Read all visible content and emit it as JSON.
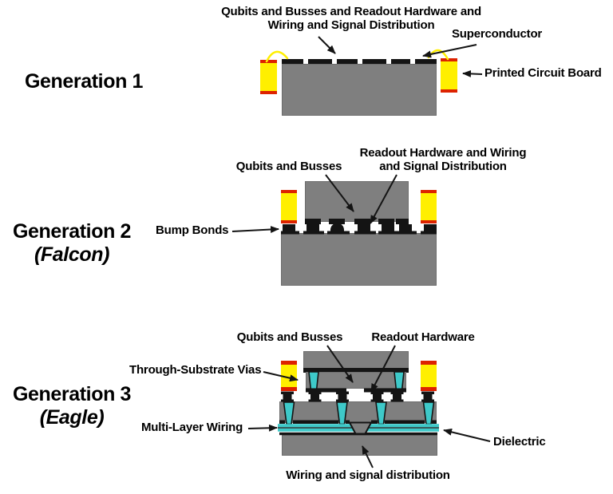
{
  "colors": {
    "background": "#ffffff",
    "text": "#000000",
    "substrate_gray": "#7f7f7f",
    "pcb_yellow": "#ffef00",
    "solder_red": "#dd2200",
    "via_cyan": "#3ec9c9",
    "metal_black": "#141414"
  },
  "gen1": {
    "heading": "Generation 1",
    "top_label_line1": "Qubits and Busses and Readout Hardware and",
    "top_label_line2": "Wiring and Signal Distribution",
    "superconductor_label": "Superconductor",
    "pcb_label": "Printed Circuit Board"
  },
  "gen2": {
    "heading": "Generation 2",
    "subheading": "(Falcon)",
    "qubits_label": "Qubits and Busses",
    "readout_label_line1": "Readout Hardware and Wiring",
    "readout_label_line2": "and Signal Distribution",
    "bump_bonds_label": "Bump Bonds"
  },
  "gen3": {
    "heading": "Generation 3",
    "subheading": "(Eagle)",
    "qubits_label": "Qubits and Busses",
    "readout_label": "Readout Hardware",
    "tsv_label": "Through-Substrate Vias",
    "mlw_label": "Multi-Layer Wiring",
    "dielectric_label": "Dielectric",
    "wsd_label": "Wiring and signal distribution"
  }
}
